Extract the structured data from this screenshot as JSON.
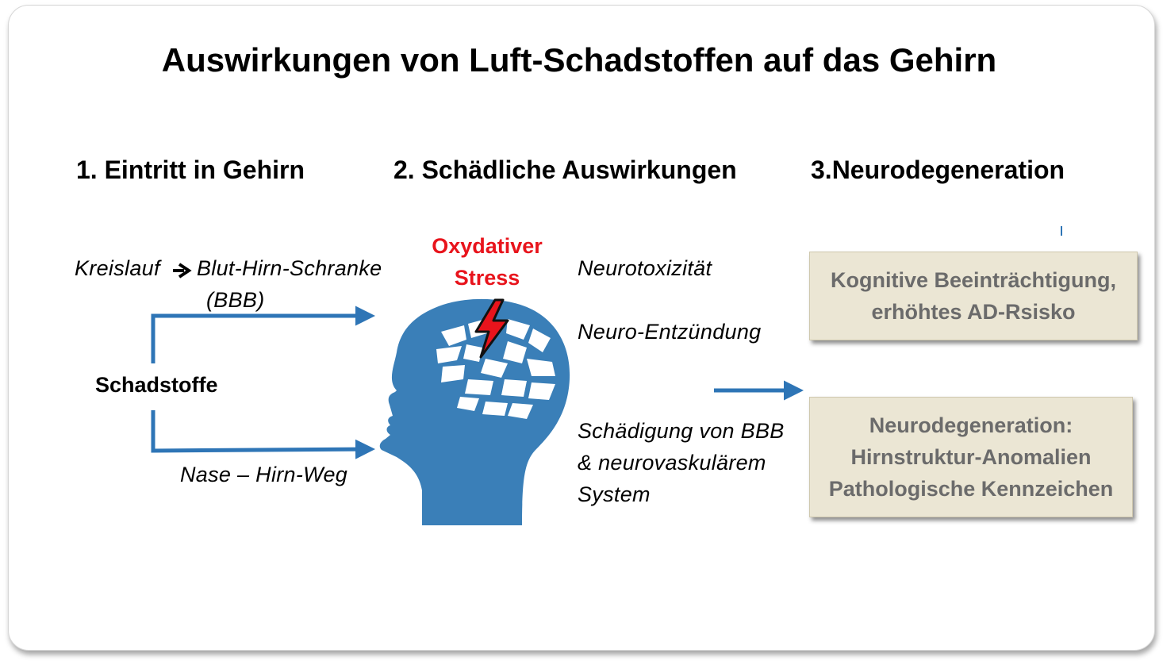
{
  "title": "Auswirkungen von Luft-Schadstoffen auf das Gehirn",
  "steps": [
    {
      "label": "1. Eintritt in Gehirn"
    },
    {
      "label": "2. Schädliche Auswirkungen"
    },
    {
      "label": "3.Neurodegeneration"
    }
  ],
  "entry": {
    "route_top": "Kreislauf",
    "route_top_target": "Blut-Hirn-Schranke",
    "route_top_abbr": "(BBB)",
    "source": "Schadstoffe",
    "route_bottom": "Nase – Hirn-Weg"
  },
  "effects": {
    "stress_line1": "Oxydativer",
    "stress_line2": "Stress",
    "items": [
      "Neurotoxizität",
      "Neuro-Entzündung"
    ],
    "damage_lines": [
      "Schädigung von BBB",
      "& neurovaskulärem",
      "System"
    ]
  },
  "outcomes": {
    "box1_lines": [
      "Kognitive Beeinträchtigung,",
      "erhöhtes AD-Rsisko"
    ],
    "box2_lines": [
      "Neurodegeneration:",
      "Hirnstruktur-Anomalien",
      "Pathologische Kennzeichen"
    ]
  },
  "colors": {
    "arrow_blue": "#2e75b6",
    "head_blue": "#3a7fb8",
    "stress_red": "#e8141c",
    "box_fill": "#ebe6d4",
    "box_text": "#6b6b6b"
  },
  "icons": [
    "head-brain-icon",
    "lightning-bolt-icon"
  ]
}
